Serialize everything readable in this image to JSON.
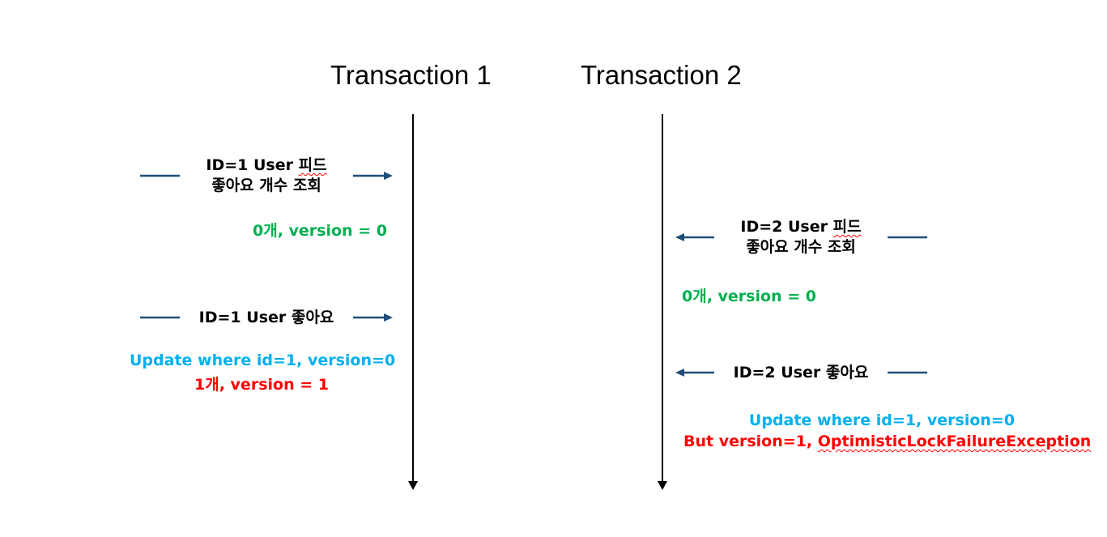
{
  "titles": {
    "transaction1": "Transaction 1",
    "transaction2": "Transaction 2"
  },
  "t1": {
    "query_line1_prefix": "ID=1 User ",
    "query_line1_word": "피드",
    "query_line2": "좋아요 개수 조회",
    "query_result": "0개, version = 0",
    "like_label": "ID=1 User 좋아요",
    "update_stmt": "Update where id=1, version=0",
    "update_result": "1개, version = 1"
  },
  "t2": {
    "query_line1_prefix": "ID=2 User ",
    "query_line1_word": "피드",
    "query_line2": "좋아요 개수 조회",
    "query_result": "0개, version = 0",
    "like_label": "ID=2 User 좋아요",
    "update_stmt": "Update where id=1, version=0",
    "fail_prefix": "But version=1, ",
    "fail_exception": "OptimisticLockFailureException"
  },
  "colors": {
    "arrow": "#1f4e79",
    "success": "#00b050",
    "statement": "#00b0f0",
    "error": "#ff0000"
  }
}
